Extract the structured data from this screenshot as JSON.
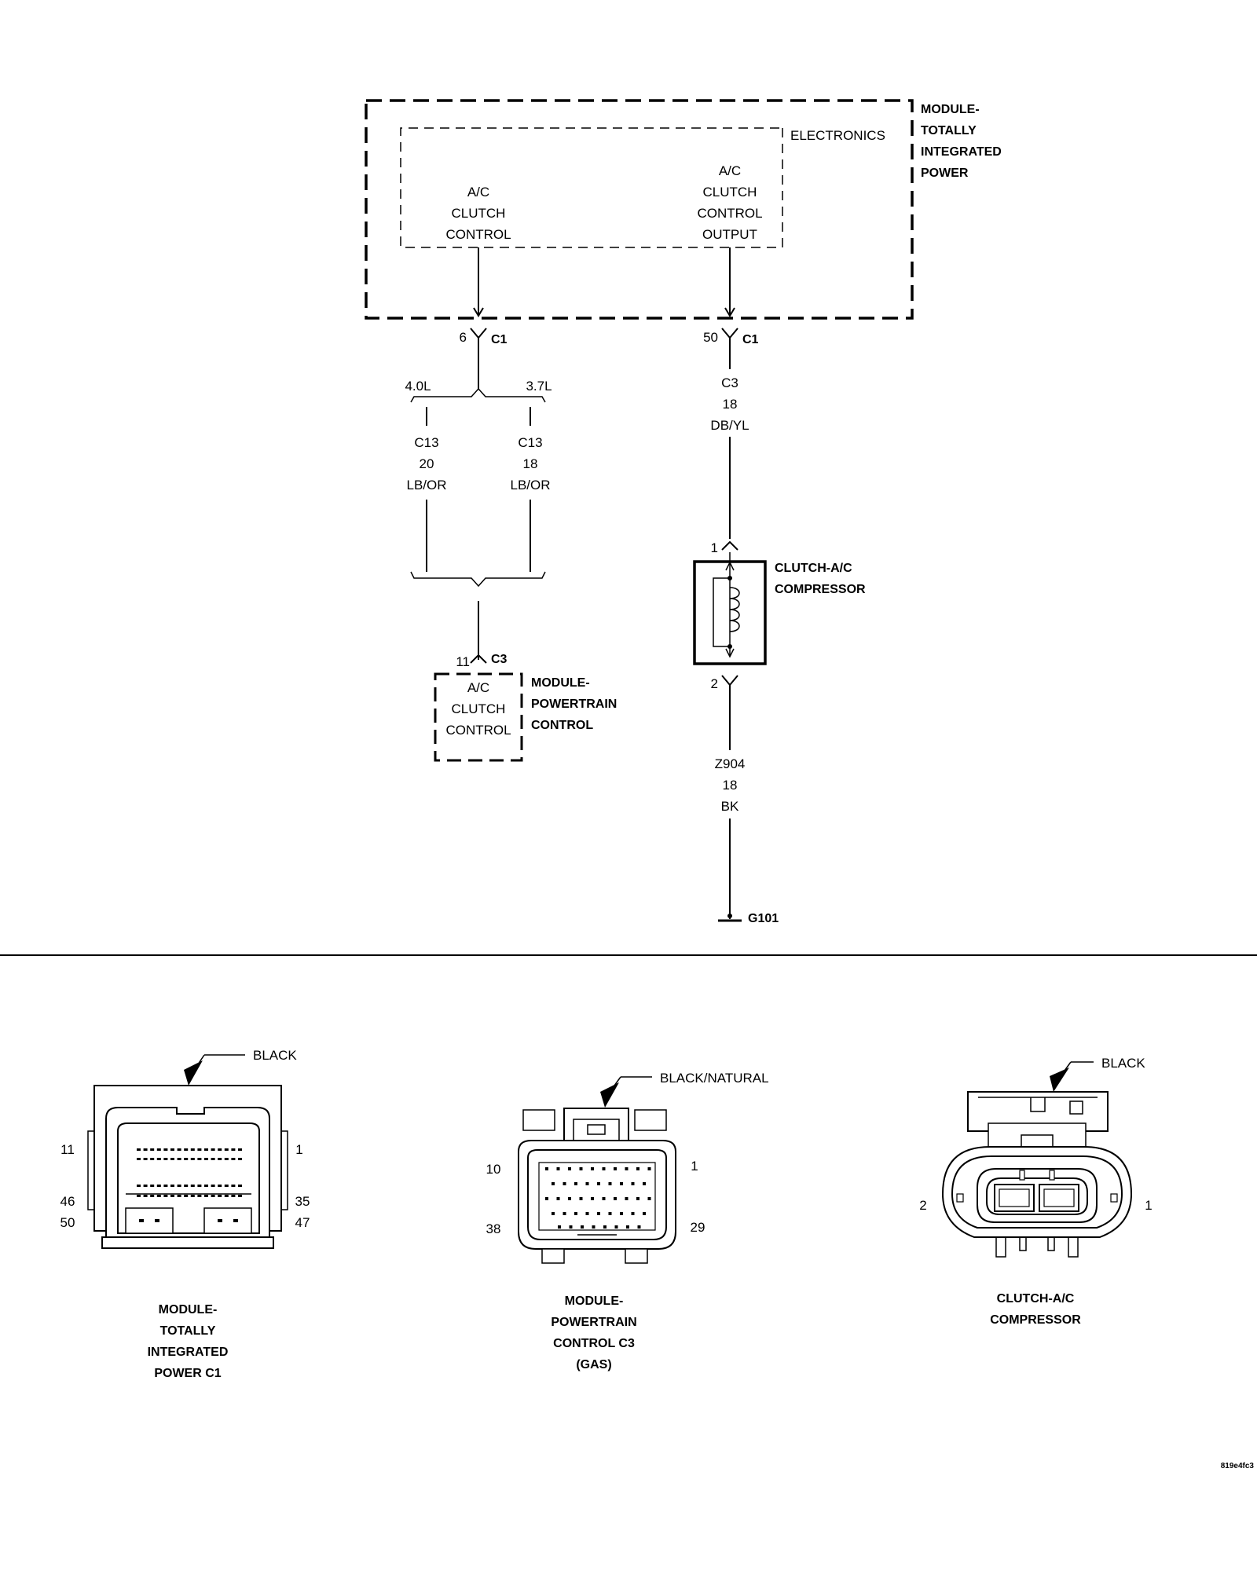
{
  "tipm": {
    "name_lines": [
      "MODULE-",
      "TOTALLY",
      "INTEGRATED",
      "POWER"
    ],
    "electronics_label": "ELECTRONICS",
    "ac_clutch_control_lines": [
      "A/C",
      "CLUTCH",
      "CONTROL"
    ],
    "ac_clutch_control_output_lines": [
      "A/C",
      "CLUTCH",
      "CONTROL",
      "OUTPUT"
    ]
  },
  "connector_pins": {
    "tipm_left": {
      "pin": "6",
      "connector": "C1"
    },
    "tipm_right": {
      "pin": "50",
      "connector": "C1"
    },
    "pcm": {
      "pin": "11",
      "connector": "C3"
    },
    "clutch_top": {
      "pin": "1"
    },
    "clutch_bottom": {
      "pin": "2"
    }
  },
  "engine_options": {
    "left": "4.0L",
    "right": "3.7L"
  },
  "wires": {
    "c13_4_0": [
      "C13",
      "20",
      "LB/OR"
    ],
    "c13_3_7": [
      "C13",
      "18",
      "LB/OR"
    ],
    "c3": [
      "C3",
      "18",
      "DB/YL"
    ],
    "z904": [
      "Z904",
      "18",
      "BK"
    ]
  },
  "pcm": {
    "name_lines": [
      "MODULE-",
      "POWERTRAIN",
      "CONTROL"
    ],
    "inner_lines": [
      "A/C",
      "CLUTCH",
      "CONTROL"
    ]
  },
  "clutch": {
    "name_lines": [
      "CLUTCH-A/C",
      "COMPRESSOR"
    ]
  },
  "ground": {
    "label": "G101"
  },
  "connector_views": {
    "tipm_c1": {
      "color": "BLACK",
      "pins": {
        "top_left": "11",
        "top_right": "1",
        "mid_left": "46",
        "mid_right": "35",
        "bottom_left": "50",
        "bottom_right": "47"
      },
      "caption_lines": [
        "MODULE-",
        "TOTALLY",
        "INTEGRATED",
        "POWER C1"
      ]
    },
    "pcm_c3": {
      "color": "BLACK/NATURAL",
      "pins": {
        "top_left": "10",
        "top_right": "1",
        "bottom_left": "38",
        "bottom_right": "29"
      },
      "caption_lines": [
        "MODULE-",
        "POWERTRAIN",
        "CONTROL C3",
        "(GAS)"
      ]
    },
    "clutch": {
      "color": "BLACK",
      "pins": {
        "left": "2",
        "right": "1"
      },
      "caption_lines": [
        "CLUTCH-A/C",
        "COMPRESSOR"
      ]
    }
  },
  "figure_id": "819e4fc3"
}
